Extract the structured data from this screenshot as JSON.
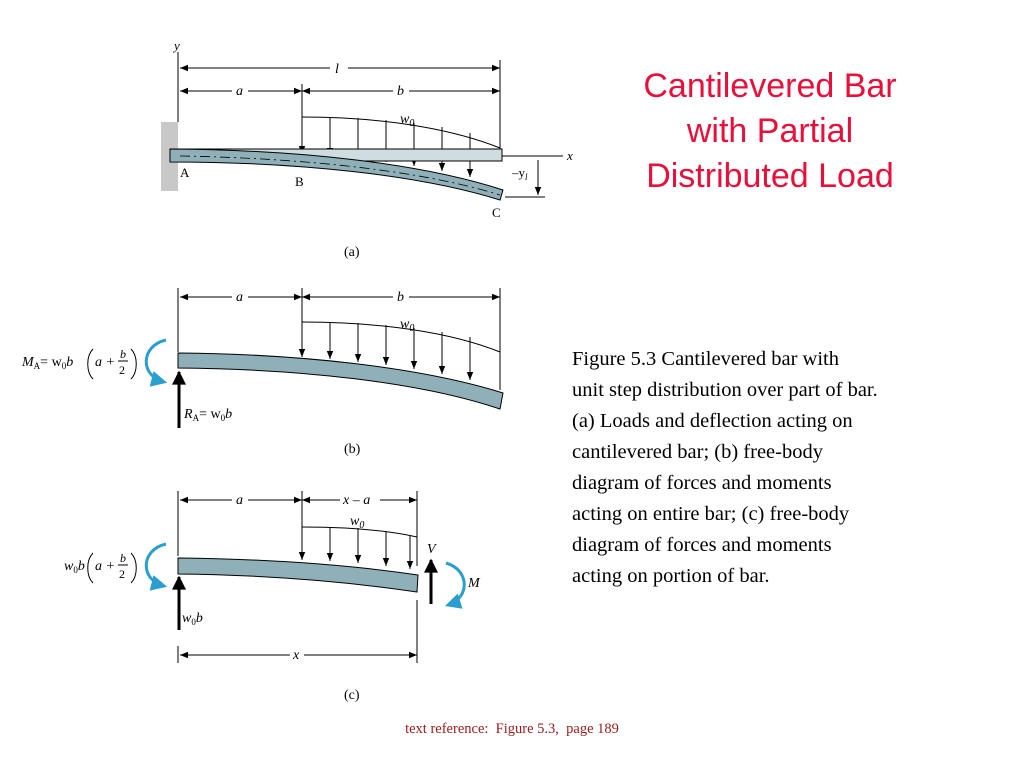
{
  "title": {
    "lines": [
      "Cantilevered Bar",
      "with Partial",
      "Distributed Load"
    ]
  },
  "caption": {
    "lines": [
      "Figure 5.3  Cantilevered bar with",
      "unit step distribution over part of bar.",
      "(a) Loads and deflection acting on",
      "cantilevered bar; (b) free-body",
      "diagram of forces and moments",
      "acting on entire bar;  (c) free-body",
      "diagram of forces and moments",
      "acting on portion of bar."
    ]
  },
  "footer": "text reference:  Figure 5.3,  page 189",
  "colors": {
    "title": "#e8103a",
    "footer": "#9a1a1a",
    "bar": "#8fb0b8",
    "moment_arrow": "#2a9fcf",
    "wall": "#c8c8c8"
  },
  "figure_a": {
    "panel_label": "(a)",
    "y_axis": "y",
    "x_axis": "x",
    "length": "l",
    "dim_a": "a",
    "dim_b": "b",
    "load": "w",
    "load_sub": "0",
    "point_a": "A",
    "point_b": "B",
    "point_c": "C",
    "deflection": "–y",
    "deflection_sub": "l"
  },
  "figure_b": {
    "panel_label": "(b)",
    "dim_a": "a",
    "dim_b": "b",
    "load": "w",
    "load_sub": "0",
    "moment_m": "M",
    "moment_sub": "A",
    "moment_eq": "= w",
    "moment_eq_sub": "0",
    "moment_b": "b",
    "moment_paren": "a +",
    "frac_num": "b",
    "frac_den": "2",
    "reaction_r": "R",
    "reaction_sub": "A",
    "reaction_eq": "= w",
    "reaction_eq_sub": "0",
    "reaction_b": "b"
  },
  "figure_c": {
    "panel_label": "(c)",
    "dim_a": "a",
    "dim_xa": "x – a",
    "dim_x": "x",
    "load": "w",
    "load_sub": "0",
    "moment_w": "w",
    "moment_w_sub": "0",
    "moment_b": "b",
    "moment_paren": "a +",
    "frac_num": "b",
    "frac_den": "2",
    "reaction_w": "w",
    "reaction_w_sub": "0",
    "reaction_b": "b",
    "shear": "V",
    "moment_m": "M"
  }
}
